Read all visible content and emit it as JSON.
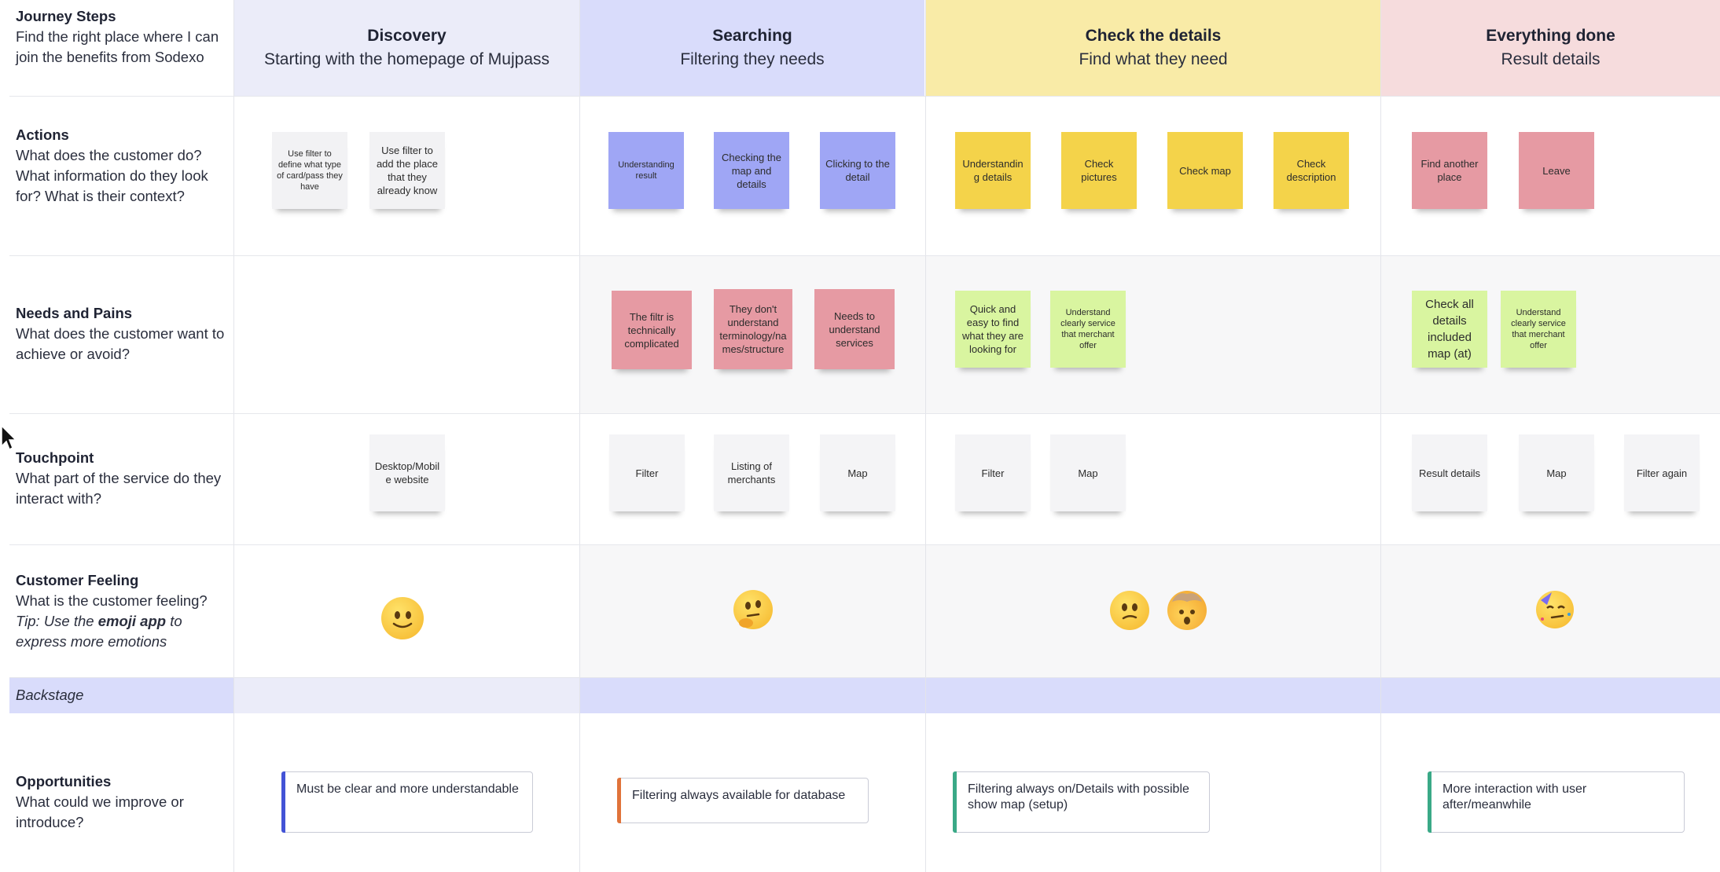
{
  "stages": [
    {
      "title": "Discovery",
      "subtitle": "Starting with the homepage of Mujpass",
      "color": "#ebecf9"
    },
    {
      "title": "Searching",
      "subtitle": "Filtering they needs",
      "color": "#d9dcfb"
    },
    {
      "title": "Check the details",
      "subtitle": "Find what they need",
      "color": "#f9eba7"
    },
    {
      "title": "Everything done",
      "subtitle": "Result details",
      "color": "#f6dcdd"
    }
  ],
  "rows": {
    "journey": {
      "title": "Journey Steps",
      "desc": "Find the right place where I can join the benefits from Sodexo"
    },
    "actions": {
      "title": "Actions",
      "desc": "What does the customer do? What information do they look for? What is their context?"
    },
    "needs": {
      "title": "Needs and Pains",
      "desc": "What does the customer want to achieve or avoid?"
    },
    "touchpoint": {
      "title": "Touchpoint",
      "desc": "What part of the service do they interact with?"
    },
    "feeling": {
      "title": "Customer Feeling",
      "desc": "What is the customer feeling?",
      "tip_pre": "Tip: Use the ",
      "tip_bold": "emoji app",
      "tip_post": " to express more emotions"
    },
    "backstage": {
      "title": "Backstage"
    },
    "opportunities": {
      "title": "Opportunities",
      "desc": "What could we improve or introduce?"
    }
  },
  "actions": [
    "Use filter to define what type of card/pass they have",
    "Use filter to add the place that they already know",
    "Understanding result",
    "Checking the map and details",
    "Clicking to the detail",
    "Understanding details",
    "Check pictures",
    "Check map",
    "Check description",
    "Find another place",
    "Leave"
  ],
  "needs": [
    "The filtr is technically complicated",
    "They don't understand terminology/names/structure",
    "Needs to understand services",
    "Quick and easy to find what they are looking for",
    "Understand clearly service that merchant offer",
    "Check all details included map (at)",
    "Understand clearly service that merchant offer"
  ],
  "touchpoints": [
    "Desktop/Mobile website",
    "Filter",
    "Listing of merchants",
    "Map",
    "Filter",
    "Map",
    "Result details",
    "Map",
    "Filter again"
  ],
  "feelings": [
    "slightly-smiling-face-emoji",
    "thinking-face-emoji",
    "confused-face-emoji",
    "exploding-head-emoji",
    "partying-face-emoji"
  ],
  "opportunities": [
    {
      "text": "Must be clear and more understandable",
      "accent": "#4353d6"
    },
    {
      "text": "Filtering always available for database",
      "accent": "#e0733a"
    },
    {
      "text": "Filtering always on/Details with possible show map (setup)",
      "accent": "#3aa987"
    },
    {
      "text": "More interaction with user after/meanwhile",
      "accent": "#3aa987"
    }
  ]
}
